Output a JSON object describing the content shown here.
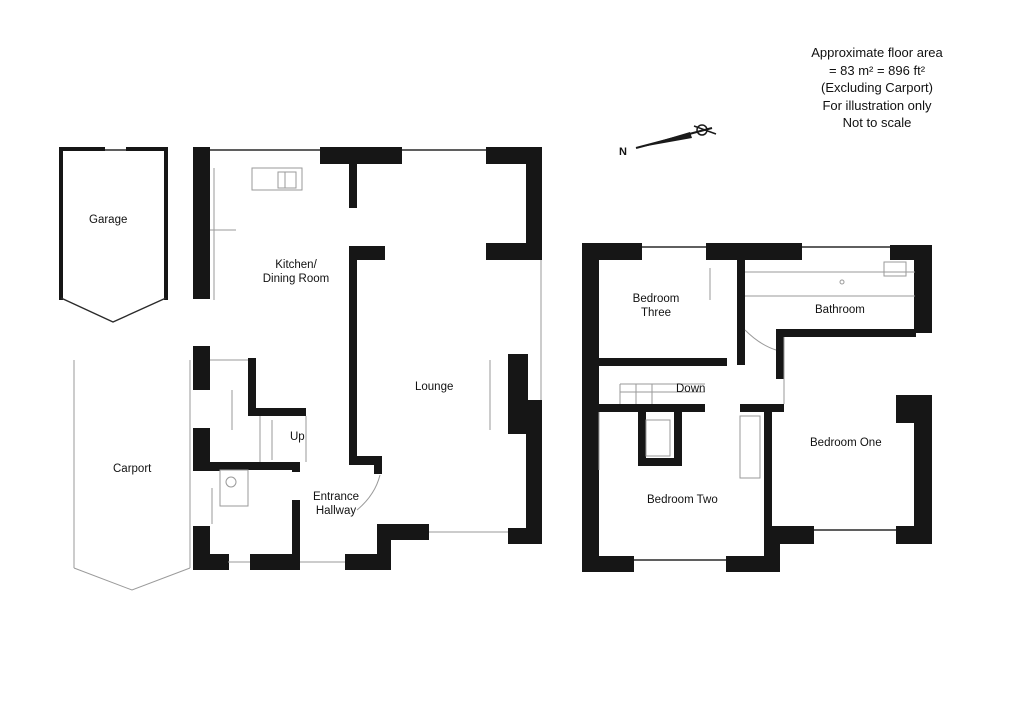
{
  "info_note": {
    "line1": "Approximate floor area",
    "line2": "= 83 m²   = 896 ft²",
    "line3": "(Excluding Carport)",
    "line4": "For illustration only",
    "line5": "Not to scale"
  },
  "compass": {
    "label": "N"
  },
  "ground_floor": {
    "garage": "Garage",
    "carport": "Carport",
    "kitchen_line1": "Kitchen/",
    "kitchen_line2": "Dining Room",
    "lounge": "Lounge",
    "stairs_up": "Up",
    "hall_line1": "Entrance",
    "hall_line2": "Hallway"
  },
  "first_floor": {
    "bed3_line1": "Bedroom",
    "bed3_line2": "Three",
    "bathroom": "Bathroom",
    "stairs_down": "Down",
    "bedroom_one": "Bedroom One",
    "bedroom_two": "Bedroom Two"
  },
  "colors": {
    "wall": "#161616",
    "line": "#2a2a2a",
    "background": "#ffffff"
  }
}
